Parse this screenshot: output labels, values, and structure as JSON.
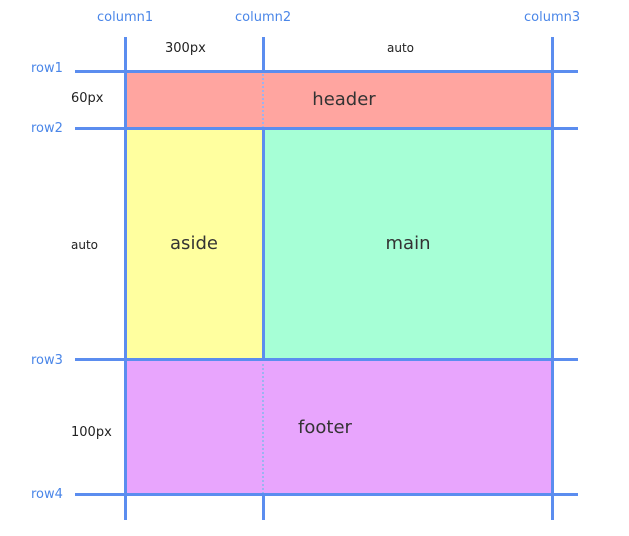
{
  "columns": [
    "column1",
    "column2",
    "column3"
  ],
  "rows": [
    "row1",
    "row2",
    "row3",
    "row4"
  ],
  "column_sizes": [
    "300px",
    "auto"
  ],
  "row_sizes": [
    "60px",
    "auto",
    "100px"
  ],
  "areas": {
    "header": {
      "label": "header",
      "color": "#ffa5a0"
    },
    "aside": {
      "label": "aside",
      "color": "#ffff9f"
    },
    "main": {
      "label": "main",
      "color": "#a6ffd6"
    },
    "footer": {
      "label": "footer",
      "color": "#e8a5fd"
    }
  },
  "line_color": "#5b8def",
  "label_color": "#4a86e8"
}
